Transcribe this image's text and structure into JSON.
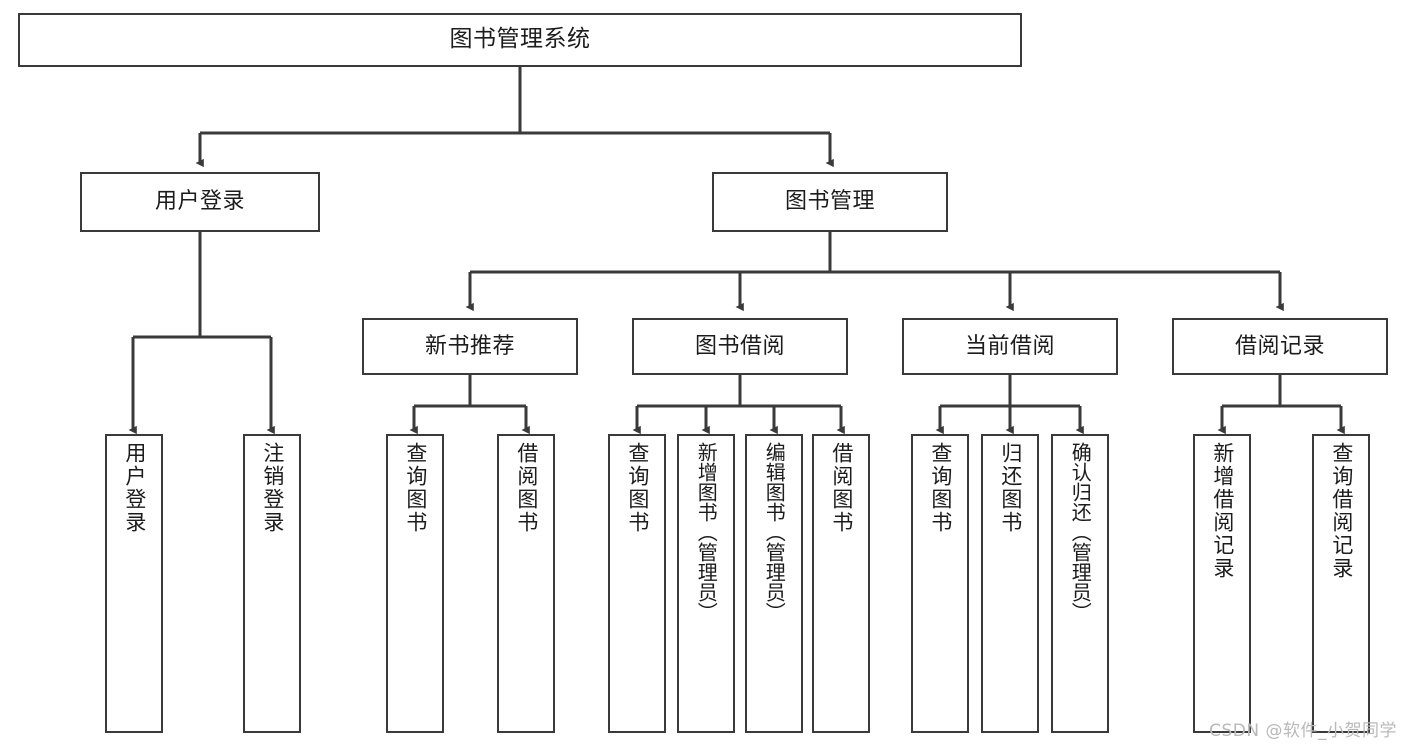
{
  "diagram": {
    "title": "图书管理系统",
    "type": "tree-structure-chart",
    "watermark": "CSDN @软件_小贺同学",
    "colors": {
      "background": "#ffffff",
      "border": "#3a3a3a",
      "edge": "#3a3a3a",
      "text": "#1c1c1c",
      "watermark": "#b9b9b9"
    },
    "root": {
      "label": "图书管理系统"
    },
    "level2": [
      {
        "label": "用户登录"
      },
      {
        "label": "图书管理"
      }
    ],
    "level3": [
      {
        "label": "新书推荐"
      },
      {
        "label": "图书借阅"
      },
      {
        "label": "当前借阅"
      },
      {
        "label": "借阅记录"
      }
    ],
    "leaves": {
      "user_login": [
        {
          "label": "用户登录"
        },
        {
          "label": "注销登录"
        }
      ],
      "new_book": [
        {
          "label": "查询图书"
        },
        {
          "label": "借阅图书"
        }
      ],
      "book_borrow": [
        {
          "label": "查询图书"
        },
        {
          "label": "新增图书（管理员）"
        },
        {
          "label": "编辑图书（管理员）"
        },
        {
          "label": "借阅图书"
        }
      ],
      "current_borrow": [
        {
          "label": "查询图书"
        },
        {
          "label": "归还图书"
        },
        {
          "label": "确认归还（管理员）"
        }
      ],
      "borrow_record": [
        {
          "label": "新增借阅记录"
        },
        {
          "label": "查询借阅记录"
        }
      ]
    }
  }
}
